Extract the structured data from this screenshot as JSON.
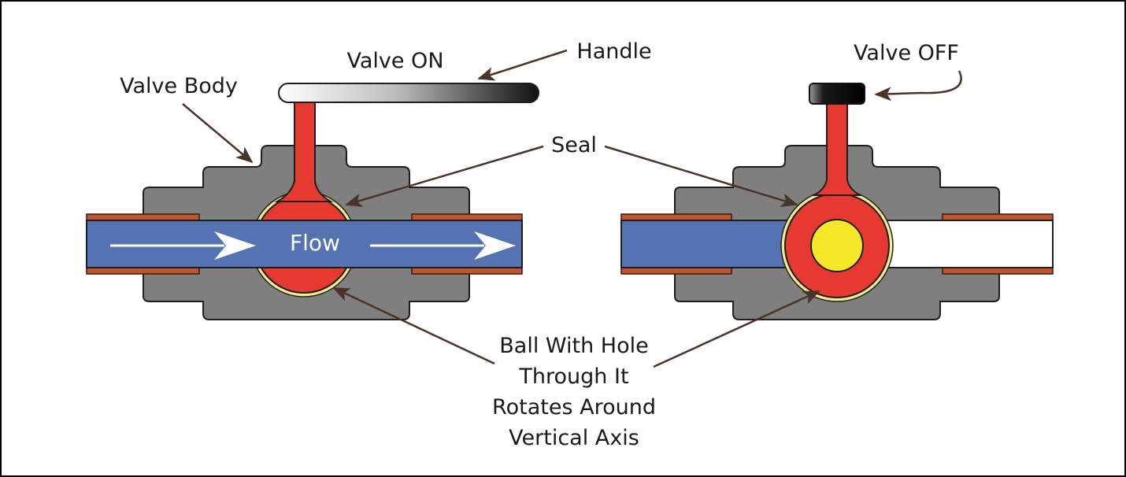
{
  "labels": {
    "valve_on": "Valve ON",
    "handle": "Handle",
    "valve_body": "Valve Body",
    "valve_off": "Valve OFF",
    "seal": "Seal",
    "flow": "Flow",
    "ball_line1": "Ball With Hole",
    "ball_line2": "Through It",
    "ball_line3": "Rotates Around",
    "ball_line4": "Vertical Axis"
  },
  "colors": {
    "valve_body": "#7f7f7f",
    "pipe_wall": "#c1542e",
    "flow_path": "#5573b1",
    "ball": "#e63a30",
    "ball_hole": "#f5e829",
    "seal": "#f3ec8a",
    "leader": "#4a3328"
  }
}
